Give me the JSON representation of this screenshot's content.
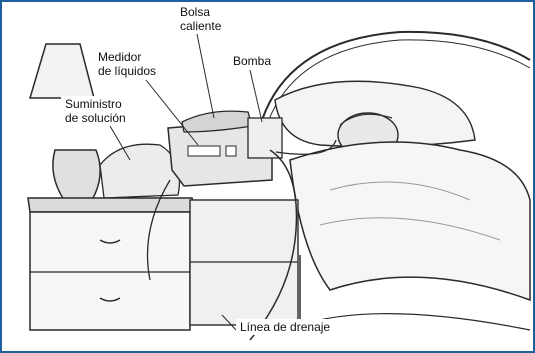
{
  "labels": {
    "hot_bag": [
      "Bolsa",
      "caliente"
    ],
    "fluid_meter": [
      "Medidor",
      "de líquidos"
    ],
    "pump": "Bomba",
    "solution_supply": [
      "Suministro",
      "de solución"
    ],
    "drain_line": "Línea de drenaje"
  },
  "colors": {
    "frame": "#1f5f9e",
    "line": "#2a2a2a",
    "shade": "#c9c9c9",
    "paper": "#ffffff"
  }
}
